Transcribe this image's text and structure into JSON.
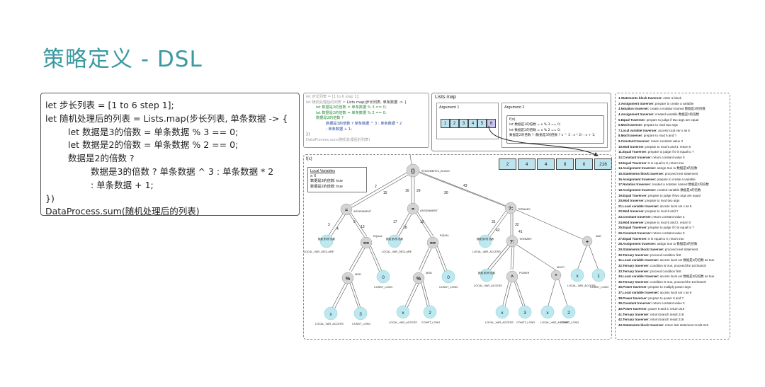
{
  "title": "策略定义 - DSL",
  "code": [
    {
      "indent": 0,
      "text": "let 步长列表 = [1 to 6 step 1];"
    },
    {
      "indent": 0,
      "text": "let 随机处理后的列表 = Lists.map(步长列表, 单条数据 -> {"
    },
    {
      "indent": 1,
      "text": "let 数据是3的倍数 = 单条数据 % 3 == 0;"
    },
    {
      "indent": 1,
      "text": "let 数据是2的倍数 = 单条数据 % 2 == 0;"
    },
    {
      "indent": 1,
      "text": "数据是2的倍数 ?"
    },
    {
      "indent": 2,
      "text": "数据是3的倍数 ? 单条数据 ^ 3 : 单条数据 * 2"
    },
    {
      "indent": 2,
      "text": ": 单条数据 + 1;"
    },
    {
      "indent": 0,
      "text": "})"
    },
    {
      "indent": 0,
      "text": "DataProcess.sum(随机处理后的列表)"
    }
  ],
  "mini_code": {
    "line1": "let 步长列表 = [1 to 6 step 1];",
    "line2a": "let 随机处理后的列表 = ",
    "line2b": "Lists.map(步长列表, 单条数据 -> {",
    "line3": "let 数据是3的倍数 = 单条数据 % 3 == 0;",
    "line4": "let 数据是2的倍数 = 单条数据 % 2 == 0;",
    "line5": "数据是2的倍数 ?",
    "line6": "数据是3的倍数 ? 单条数据 ^ 3 : 单条数据 * 2",
    "line7": ": 单条数据 + 1;",
    "line8": "})",
    "line9": "DataProcess.sum(随机处理后的列表)"
  },
  "lists_map": {
    "label": "Lists.map",
    "arg1_label": "Argument 1",
    "arg2_label": "Argument 2",
    "input": [
      "1",
      "2",
      "3",
      "4",
      "5",
      "6"
    ],
    "lambda_header": "f(x)",
    "lambda_lines": [
      "let 数据是3的倍数 = x % 3 == 0;",
      "let 数据是2的倍数 = x % 2 == 0;",
      "数据是2的倍数 ? (数据是3的倍数 ? x ^ 3 : x * 2) : x + 1;"
    ],
    "output": [
      "2",
      "4",
      "4",
      "8",
      "6",
      "216"
    ]
  },
  "tree": {
    "fx_label": "f(x)",
    "local_vars": {
      "title": "Local Variables",
      "lines": [
        "x: 6",
        "数据是3的倍数: true",
        "数据是2的倍数: true"
      ]
    },
    "root_symbol": "{}",
    "root_label": "STATEMENTS_BLOCK",
    "assign_symbol": "=",
    "assign_label": "ASSIGNMENT",
    "equal_symbol": "==",
    "equal_label": "EQUAL",
    "mod_symbol": "%",
    "mod_label": "MOD",
    "ternary_symbol": "?:",
    "ternary_label": "TERNARY",
    "power_symbol": "^",
    "power_label": "POWER",
    "multi_symbol": "*",
    "multi_label": "MULTI",
    "add_symbol": "+",
    "add_label": "ADD",
    "var3_text": "数据\n是3的\n倍数",
    "var2_text": "数据\n是2的\n倍数",
    "var_declare_label": "LOCAL_VAR_DECLARE",
    "var_access_label": "LOCAL_VAR_ACCESS",
    "const_label": "CONST_LONG",
    "x": "x",
    "c0": "0",
    "c1": "1",
    "c2": "2",
    "c3": "3",
    "edges_top": [
      "1",
      "2",
      "15",
      "16",
      "29",
      "30",
      "43"
    ],
    "edges_mid": [
      "3",
      "4",
      "5",
      "6",
      "8",
      "13",
      "14",
      "17",
      "18",
      "19",
      "20",
      "31",
      "32",
      "41",
      "42"
    ]
  },
  "log": [
    {
      "n": "1.",
      "b": "Statements block traverser:",
      "t": " enter a block"
    },
    {
      "n": "2.",
      "b": "Assignment traverser:",
      "t": " prepare to create a variable"
    },
    {
      "n": "3.",
      "b": "Notation traverser:",
      "t": " create a notation named 数据是3的倍数"
    },
    {
      "n": "4.",
      "b": "Assignment traverser:",
      "t": " created variable 数据是3的倍数"
    },
    {
      "n": "5.",
      "b": "Equal Traverser:",
      "t": " prepare to judge if two args are equal"
    },
    {
      "n": "6.",
      "b": "Mod traverser:",
      "t": " prepare to mod two args"
    },
    {
      "n": "7.",
      "b": "Local variable traverser:",
      "t": " access local var x as 6"
    },
    {
      "n": "8.",
      "b": "Mod traverser:",
      "t": " prepare to mod 6 and ?"
    },
    {
      "n": "9.",
      "b": "Constant traverser:",
      "t": " return constant value 3"
    },
    {
      "n": "10.",
      "b": "Mod traverser:",
      "t": " prepare to mod 6 and 3, return 0"
    },
    {
      "n": "11.",
      "b": "Equal Traverser:",
      "t": " prepare to judge if 0 is equal to ?"
    },
    {
      "n": "12.",
      "b": "Constant traverser:",
      "t": " return constant value 0"
    },
    {
      "n": "13.",
      "b": "Equal Traverser:",
      "t": " 0 is equal to 0, return true"
    },
    {
      "n": "14.",
      "b": "Assignment traverser:",
      "t": " assign true to 数据是3的倍数"
    },
    {
      "n": "15.",
      "b": "Statements block traverser:",
      "t": " proceed next statement"
    },
    {
      "n": "16.",
      "b": "Assignment traverser:",
      "t": " prepare to create a variable"
    },
    {
      "n": "17.",
      "b": "Notation traverser:",
      "t": " created a notation named 数据是2的倍数"
    },
    {
      "n": "18.",
      "b": "Assignment traverser:",
      "t": " created variable 数据是2的倍数"
    },
    {
      "n": "19.",
      "b": "Equal Traverser:",
      "t": " prepare to judge if two args are equal"
    },
    {
      "n": "20.",
      "b": "Mod traverser:",
      "t": " prepare to mod two args"
    },
    {
      "n": "21.",
      "b": "Local variable traverser:",
      "t": " access local var x as 6"
    },
    {
      "n": "22.",
      "b": "Mod traverser:",
      "t": " prepare to mod 6 and ?"
    },
    {
      "n": "23.",
      "b": "Constant traverser:",
      "t": " return constant value 2"
    },
    {
      "n": "24.",
      "b": "Mod traverser:",
      "t": " prepare to mod 6 and 2, return 0"
    },
    {
      "n": "25.",
      "b": "Equal Traverser:",
      "t": " prepare to judge if 0 is equal to ?"
    },
    {
      "n": "26.",
      "b": "Constant traverser:",
      "t": " return constant value 0"
    },
    {
      "n": "27.",
      "b": "Equal Traverser:",
      "t": " 0 is equal to 0, return true"
    },
    {
      "n": "28.",
      "b": "Assignment traverser:",
      "t": " assign true to 数据是2的倍数"
    },
    {
      "n": "29.",
      "b": "Statements block traverser:",
      "t": " proceed next statement"
    },
    {
      "n": "30.",
      "b": "Ternary traverser:",
      "t": " proceed condition first"
    },
    {
      "n": "31.",
      "b": "Local variable traverser:",
      "t": " access local var 数据是2的倍数 as true"
    },
    {
      "n": "32.",
      "b": "Ternary traverser:",
      "t": " condition is true, proceed the 1st branch"
    },
    {
      "n": "33.",
      "b": "Ternary traverser:",
      "t": " proceed condition first"
    },
    {
      "n": "34.",
      "b": "Local variable traverser:",
      "t": " access local var 数据是3的倍数 as true"
    },
    {
      "n": "35.",
      "b": "Ternary traverser:",
      "t": " condition is true, proceed the 1st branch"
    },
    {
      "n": "36.",
      "b": "Power traverser:",
      "t": " prepare to multiply power args"
    },
    {
      "n": "37.",
      "b": "Local variable traverser:",
      "t": " access local var x as 6"
    },
    {
      "n": "38.",
      "b": "Power traverser:",
      "t": " prepare to power 6 and ?"
    },
    {
      "n": "39.",
      "b": "Constant traverser:",
      "t": " return constant value 3"
    },
    {
      "n": "40.",
      "b": "Power traverser:",
      "t": " power 6 and 3, return 216"
    },
    {
      "n": "41.",
      "b": "Ternary traverser:",
      "t": " return branch result 216"
    },
    {
      "n": "42.",
      "b": "Ternary traverser:",
      "t": " return branch result 216"
    },
    {
      "n": "43.",
      "b": "Statements block traverser:",
      "t": " return last statement result 216"
    }
  ],
  "colors": {
    "title": "#3a9aa0",
    "node_gray": "#d4d4d4",
    "node_teal": "#bde8f0",
    "cell_teal": "#bde3ee"
  }
}
